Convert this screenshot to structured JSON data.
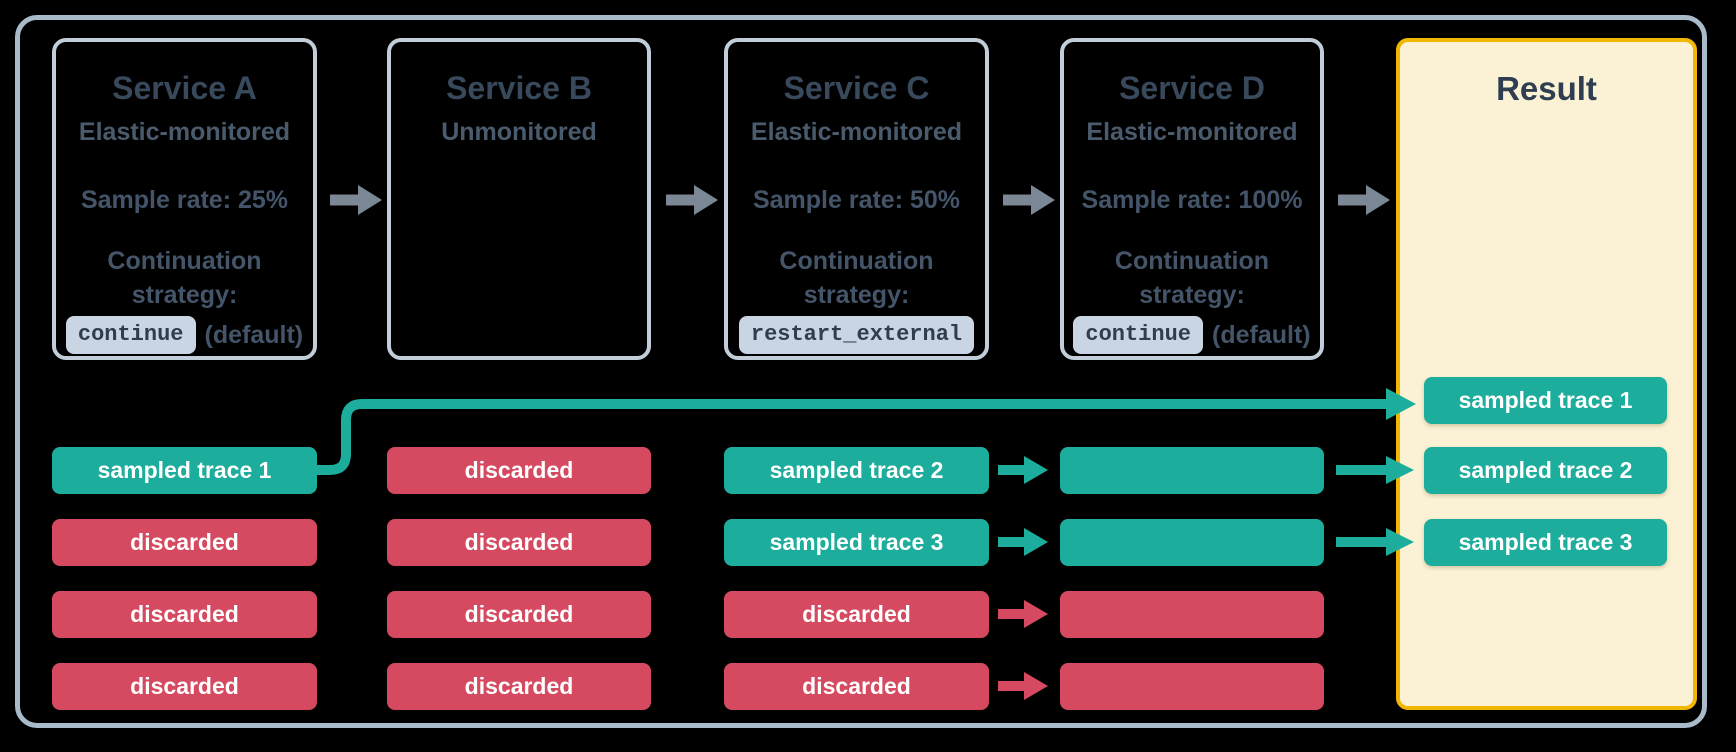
{
  "diagram": {
    "background": "#000000",
    "type": "trace-sampling-flow"
  },
  "colors": {
    "sampled_teal": "#1DAD9C",
    "discarded_red": "#D54A60",
    "title_slate": "#38495B",
    "body_slate": "#44556A",
    "outer_border": "#A9BAC9",
    "card_border": "#C2CDDA",
    "code_tag_bg": "#C9D5E2",
    "code_tag_text": "#2F3D4C",
    "result_border_gold": "#F2B705",
    "result_bg_cream": "#FBF2D6",
    "flow_arrow_gray": "#7B8794",
    "pill_text": "#FFFFFF"
  },
  "services": [
    {
      "title": "Service A",
      "subtitle": "Elastic-monitored",
      "sample_rate": "Sample rate: 25%",
      "continuation": {
        "line1": "Continuation",
        "line2": "strategy:",
        "code": "continue",
        "suffix": "(default)"
      },
      "pills": [
        {
          "label": "sampled trace 1",
          "kind": "sampled"
        },
        {
          "label": "discarded",
          "kind": "discarded"
        },
        {
          "label": "discarded",
          "kind": "discarded"
        },
        {
          "label": "discarded",
          "kind": "discarded"
        }
      ]
    },
    {
      "title": "Service B",
      "subtitle": "Unmonitored",
      "pills": [
        {
          "label": "discarded",
          "kind": "discarded"
        },
        {
          "label": "discarded",
          "kind": "discarded"
        },
        {
          "label": "discarded",
          "kind": "discarded"
        },
        {
          "label": "discarded",
          "kind": "discarded"
        }
      ]
    },
    {
      "title": "Service C",
      "subtitle": "Elastic-monitored",
      "sample_rate": "Sample rate: 50%",
      "continuation": {
        "line1": "Continuation",
        "line2": "strategy:",
        "code": "restart_external",
        "suffix": ""
      },
      "pills": [
        {
          "label": "sampled trace 2",
          "kind": "sampled"
        },
        {
          "label": "sampled trace 3",
          "kind": "sampled"
        },
        {
          "label": "discarded",
          "kind": "discarded"
        },
        {
          "label": "discarded",
          "kind": "discarded"
        }
      ]
    },
    {
      "title": "Service D",
      "subtitle": "Elastic-monitored",
      "sample_rate": "Sample rate: 100%",
      "continuation": {
        "line1": "Continuation",
        "line2": "strategy:",
        "code": "continue",
        "suffix": "(default)"
      },
      "pills": [
        {
          "label": "",
          "kind": "sampled"
        },
        {
          "label": "",
          "kind": "sampled"
        },
        {
          "label": "",
          "kind": "discarded"
        },
        {
          "label": "",
          "kind": "discarded"
        }
      ]
    }
  ],
  "result": {
    "title": "Result",
    "pills": [
      {
        "label": "sampled trace 1",
        "kind": "sampled"
      },
      {
        "label": "sampled trace 2",
        "kind": "sampled"
      },
      {
        "label": "sampled trace 3",
        "kind": "sampled"
      }
    ]
  }
}
